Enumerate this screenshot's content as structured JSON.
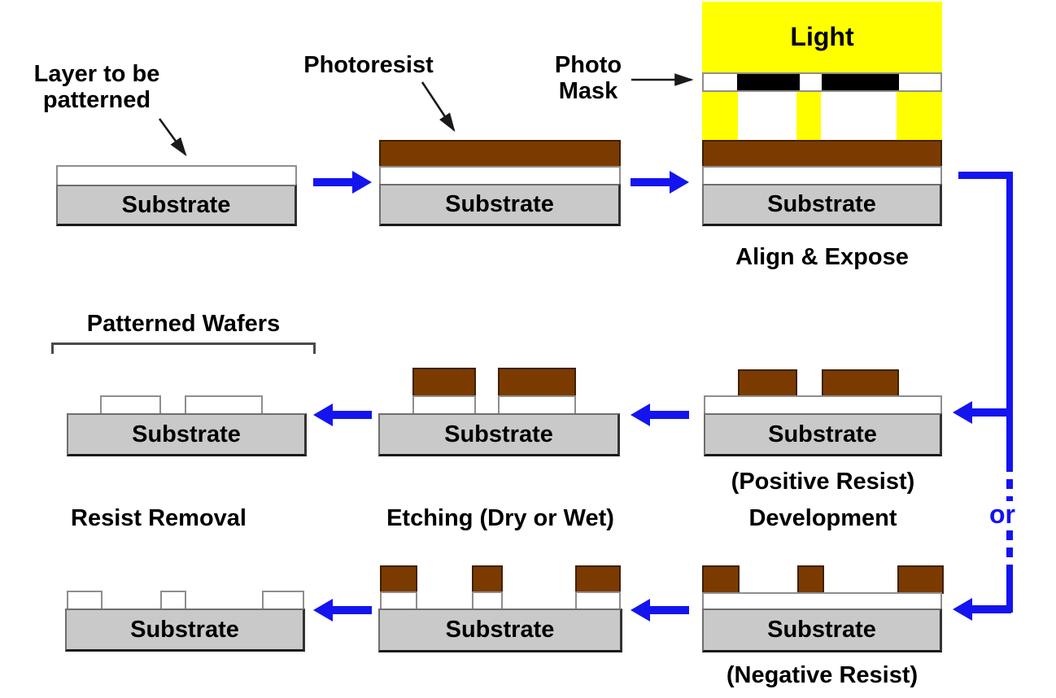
{
  "colors": {
    "yellow": "#FFFF00",
    "brown": "#7B3B00",
    "blue": "#1414F0",
    "substrate": "#C9C9C9",
    "mask": "#000000"
  },
  "labels": {
    "layer_line1": "Layer to be",
    "layer_line2": "patterned",
    "photoresist": "Photoresist",
    "photo": "Photo",
    "mask": "Mask",
    "light": "Light",
    "substrate": "Substrate",
    "align_expose": "Align & Expose",
    "patterned_wafers": "Patterned Wafers",
    "resist_removal": "Resist Removal",
    "etching": "Etching (Dry or Wet)",
    "positive_resist": "(Positive Resist)",
    "development": "Development",
    "negative_resist": "(Negative Resist)",
    "or": "or"
  }
}
